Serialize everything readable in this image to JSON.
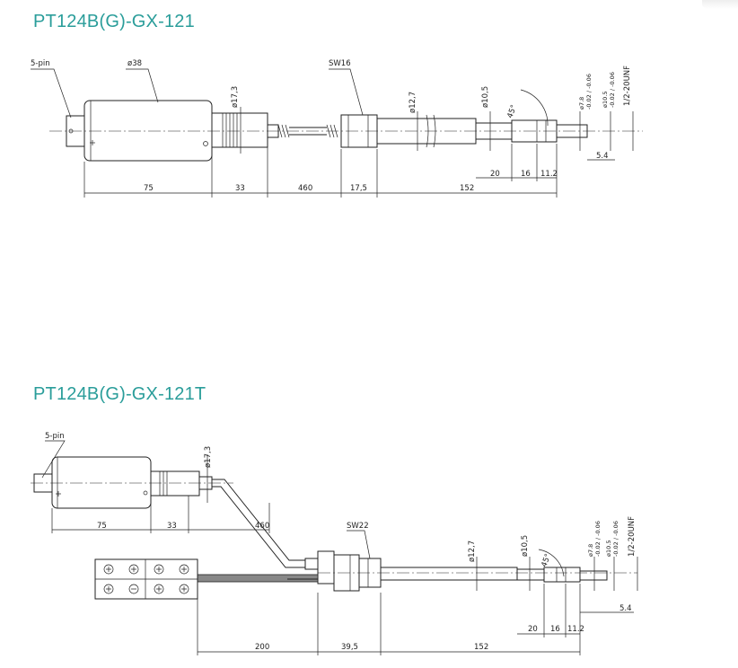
{
  "header": {
    "corner_tab": ""
  },
  "drawing1": {
    "title": "PT124B(G)-GX-121",
    "labels": {
      "pin": "5-pin",
      "housing_dia": "ø38",
      "wrench": "SW16",
      "collar_dia": "ø17,3",
      "stem_dia": "ø12,7",
      "tip_dia": "ø10,5",
      "angle": "45°",
      "seal_dia": "ø7.8",
      "seal_tol": "-0.02 / -0.06",
      "thread_dia": "ø10.5",
      "thread_tol": "-0.02 / -0.06",
      "thread": "1/2-20UNF",
      "dim_5_4": "5.4",
      "dim_20": "20",
      "dim_16": "16",
      "dim_11_2": "11.2"
    },
    "dims": [
      "75",
      "33",
      "460",
      "17,5",
      "152"
    ]
  },
  "drawing2": {
    "title": "PT124B(G)-GX-121T",
    "labels": {
      "pin": "5-pin",
      "collar_dia": "ø17,3",
      "wrench": "SW22",
      "stem_dia": "ø12,7",
      "tip_dia": "ø10,5",
      "angle": "45°",
      "seal_dia": "ø7.8",
      "seal_tol": "-0.02 / -0.06",
      "thread_dia": "ø10.5",
      "thread_tol": "-0.02 / -0.06",
      "thread": "1/2-20UNF",
      "dim_5_4": "5.4",
      "dim_20": "20",
      "dim_16": "16",
      "dim_11_2": "11.2"
    },
    "dims_top": [
      "75",
      "33",
      "460"
    ],
    "dims_bottom": [
      "200",
      "39,5",
      "152"
    ]
  }
}
